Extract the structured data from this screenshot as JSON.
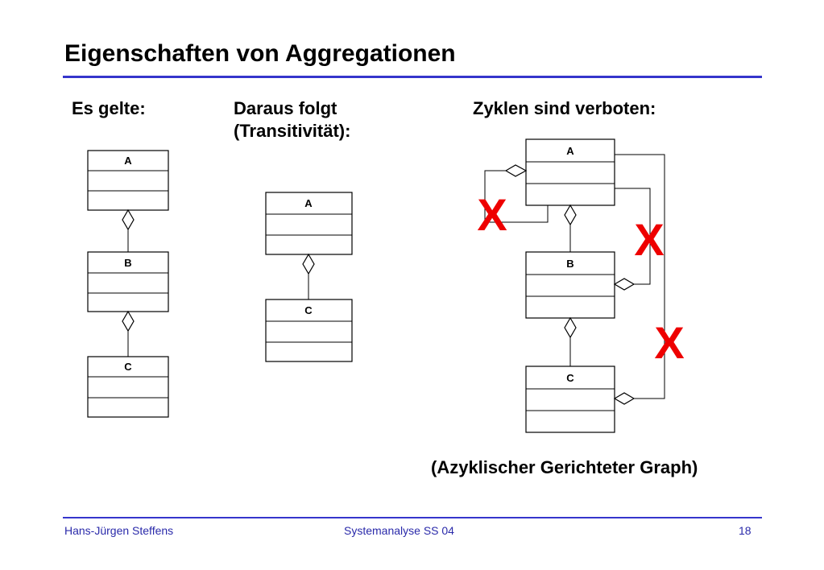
{
  "slide": {
    "title": "Eigenschaften von Aggregationen",
    "caption": "(Azyklischer Gerichteter Graph)"
  },
  "columns": {
    "given": "Es gelte:",
    "follows_line1": "Daraus folgt",
    "follows_line2": "(Transitivität):",
    "cycles": "Zyklen sind verboten:"
  },
  "classes": {
    "a": "A",
    "b": "B",
    "c": "C"
  },
  "marks": {
    "forbidden": "X",
    "forbidden_color": "#ee0000"
  },
  "footer": {
    "author": "Hans-Jürgen Steffens",
    "course": "Systemanalyse SS 04",
    "page": "18"
  },
  "colors": {
    "rule": "#3535cc",
    "footer_text": "#2a2aaa"
  }
}
